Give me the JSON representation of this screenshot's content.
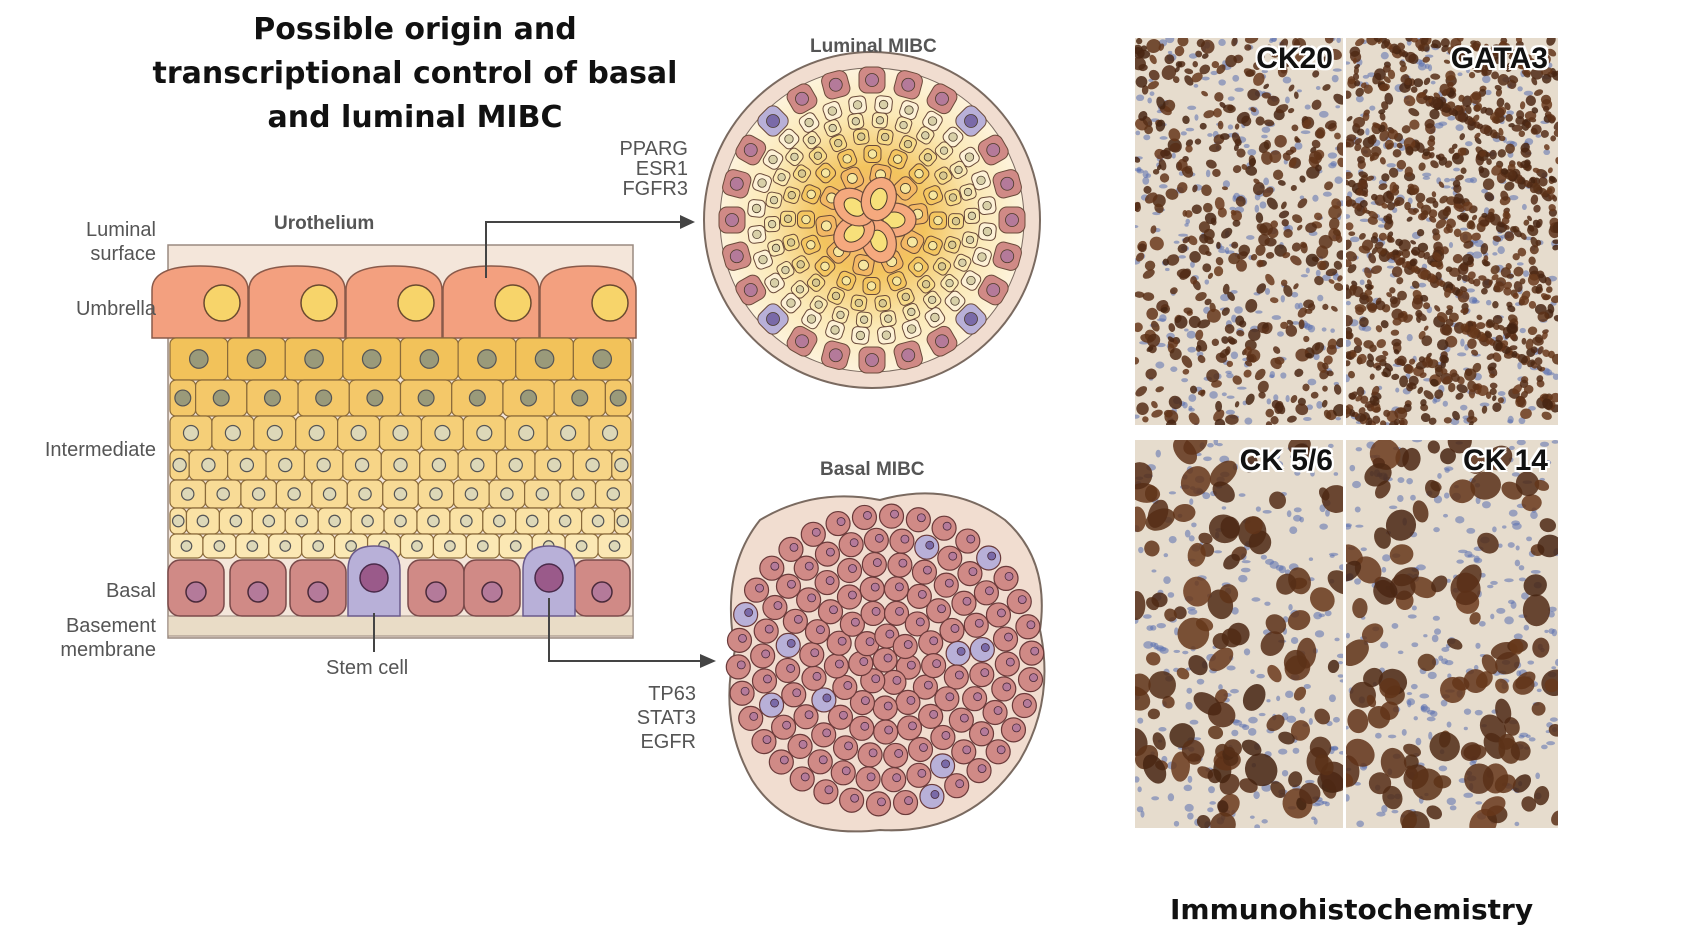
{
  "title": {
    "line1": "Possible origin and",
    "line2": "transcriptional control of basal",
    "line3": "and luminal MIBC"
  },
  "urothelium": {
    "header": "Urothelium",
    "layers": {
      "luminal_surface_1": "Luminal",
      "luminal_surface_2": "surface",
      "umbrella": "Umbrella",
      "intermediate": "Intermediate",
      "basal": "Basal",
      "basement_1": "Basement",
      "basement_2": "membrane"
    },
    "stem_cell": "Stem cell"
  },
  "luminal_mibc": {
    "header": "Luminal MIBC",
    "factors": [
      "PPARG",
      "ESR1",
      "FGFR3"
    ]
  },
  "basal_mibc": {
    "header": "Basal MIBC",
    "factors": [
      "TP63",
      "STAT3",
      "EGFR"
    ]
  },
  "ihc": {
    "panels": [
      "CK20",
      "GATA3",
      "CK 5/6",
      "CK 14"
    ],
    "caption": "Immunohistochemistry"
  },
  "colors": {
    "umbrella": "#f3a07f",
    "intermediate_upper": "#f2c25a",
    "intermediate_lower": "#fbe8b4",
    "basal": "#d08a86",
    "stem": "#b8b0d8",
    "dab_brown": "#6b3a1c",
    "hematoxylin": "#5a6fb0"
  }
}
